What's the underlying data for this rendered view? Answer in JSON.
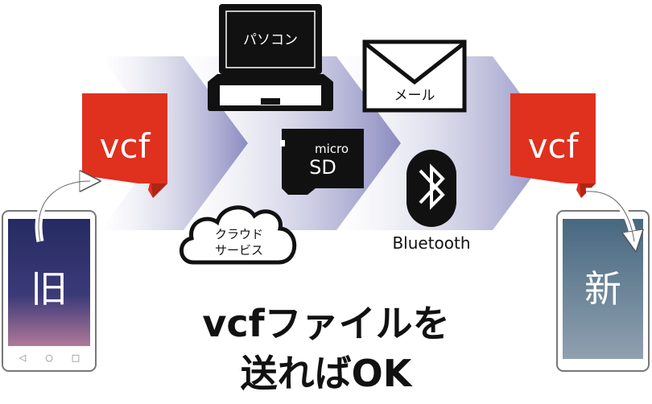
{
  "source": {
    "file_label": "vcf",
    "phone_label": "旧"
  },
  "target": {
    "file_label": "vcf",
    "phone_label": "新"
  },
  "methods": {
    "pc": "パソコン",
    "mail": "メール",
    "microsd_top": "micro",
    "microsd_bottom": "SD",
    "cloud_line1": "クラウド",
    "cloud_line2": "サービス",
    "bluetooth": "Bluetooth"
  },
  "caption": {
    "line1": "vcfファイルを",
    "line2": "送ればOK"
  },
  "colors": {
    "vcf_red": "#e0301e",
    "chevron": "#9a9ac4",
    "old_phone_screen": "#2a2e68",
    "new_phone_screen": "#4e6e86"
  }
}
